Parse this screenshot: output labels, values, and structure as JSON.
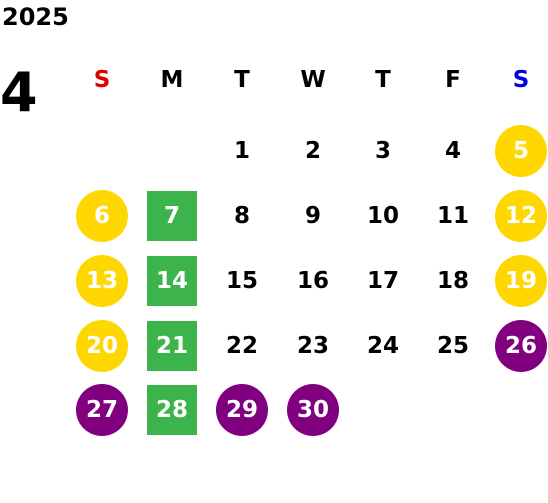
{
  "calendar": {
    "year": "2025",
    "month": "4",
    "weekday_headers": [
      "S",
      "M",
      "T",
      "W",
      "T",
      "F",
      "S"
    ],
    "weekday_header_colors": [
      "#e00000",
      "#000000",
      "#000000",
      "#000000",
      "#000000",
      "#000000",
      "#0000e0"
    ],
    "highlight_colors": {
      "yellow": "#ffd700",
      "green": "#3cb44b",
      "purple": "#800080"
    },
    "weeks": [
      [
        {
          "day": "",
          "style": "none"
        },
        {
          "day": "",
          "style": "none"
        },
        {
          "day": "1",
          "style": "plain"
        },
        {
          "day": "2",
          "style": "plain"
        },
        {
          "day": "3",
          "style": "plain"
        },
        {
          "day": "4",
          "style": "plain"
        },
        {
          "day": "5",
          "style": "yellow-circle"
        }
      ],
      [
        {
          "day": "6",
          "style": "yellow-circle"
        },
        {
          "day": "7",
          "style": "green-square"
        },
        {
          "day": "8",
          "style": "plain"
        },
        {
          "day": "9",
          "style": "plain"
        },
        {
          "day": "10",
          "style": "plain"
        },
        {
          "day": "11",
          "style": "plain"
        },
        {
          "day": "12",
          "style": "yellow-circle"
        }
      ],
      [
        {
          "day": "13",
          "style": "yellow-circle"
        },
        {
          "day": "14",
          "style": "green-square"
        },
        {
          "day": "15",
          "style": "plain"
        },
        {
          "day": "16",
          "style": "plain"
        },
        {
          "day": "17",
          "style": "plain"
        },
        {
          "day": "18",
          "style": "plain"
        },
        {
          "day": "19",
          "style": "yellow-circle"
        }
      ],
      [
        {
          "day": "20",
          "style": "yellow-circle"
        },
        {
          "day": "21",
          "style": "green-square"
        },
        {
          "day": "22",
          "style": "plain"
        },
        {
          "day": "23",
          "style": "plain"
        },
        {
          "day": "24",
          "style": "plain"
        },
        {
          "day": "25",
          "style": "plain"
        },
        {
          "day": "26",
          "style": "purple-circle"
        }
      ],
      [
        {
          "day": "27",
          "style": "purple-circle"
        },
        {
          "day": "28",
          "style": "green-square"
        },
        {
          "day": "29",
          "style": "purple-circle"
        },
        {
          "day": "30",
          "style": "purple-circle"
        },
        {
          "day": "",
          "style": "none"
        },
        {
          "day": "",
          "style": "none"
        },
        {
          "day": "",
          "style": "none"
        }
      ]
    ]
  }
}
